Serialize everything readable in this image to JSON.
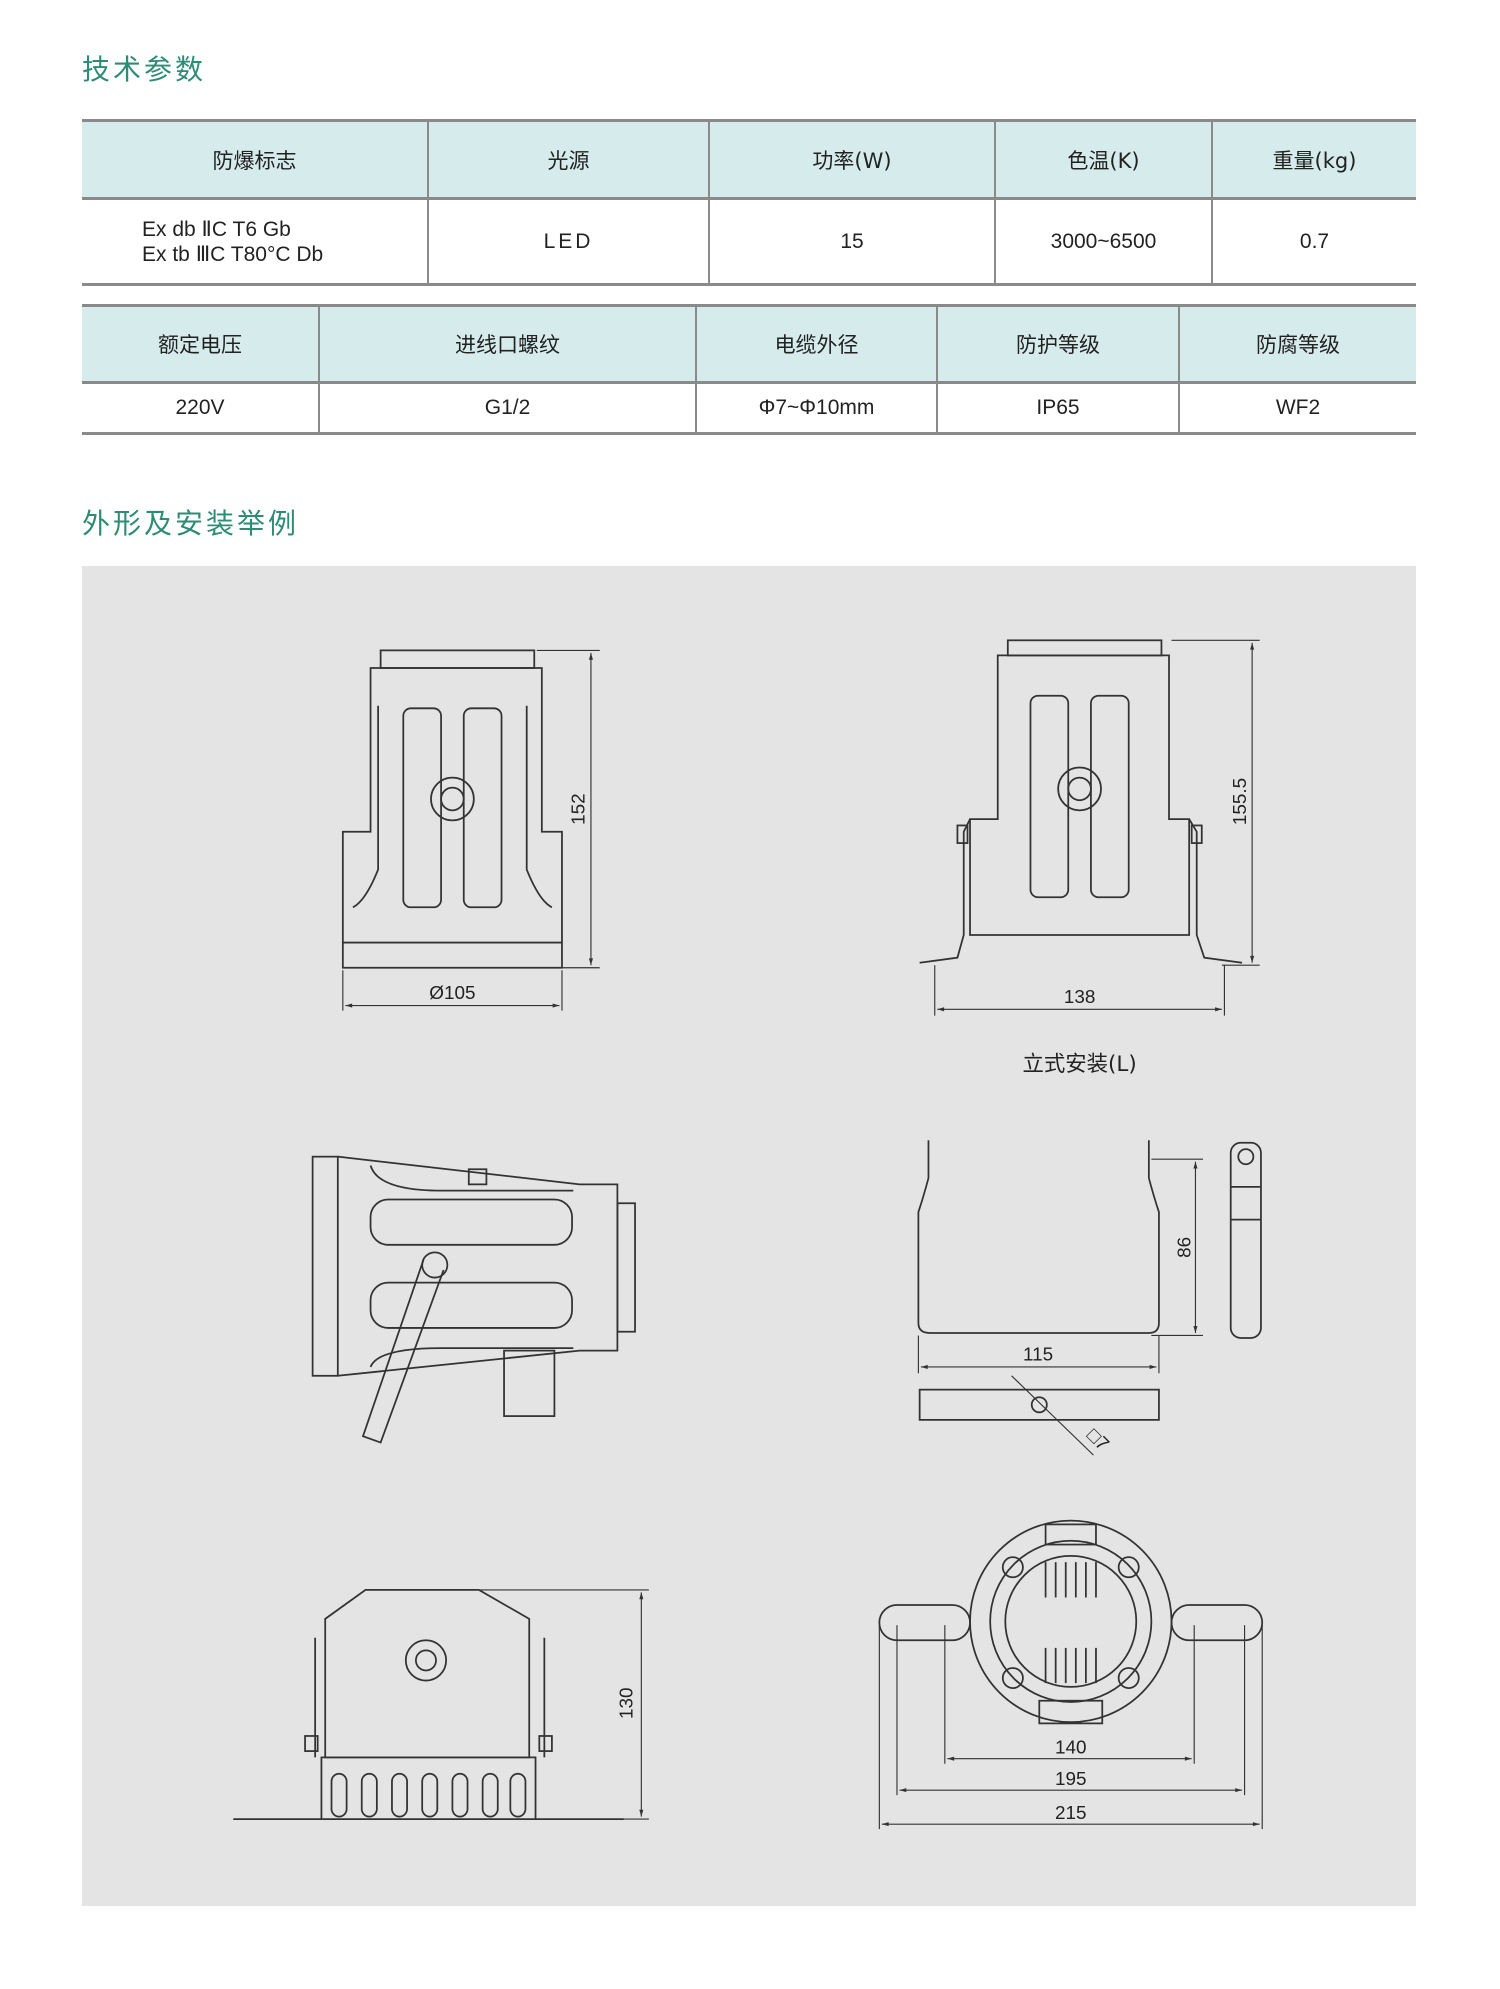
{
  "section1_title": "技术参数",
  "table1": {
    "headers": [
      "防爆标志",
      "光源",
      "功率(W)",
      "色温(K)",
      "重量(kg)"
    ],
    "row": {
      "ex_mark_line1": "Ex db ⅡC T6 Gb",
      "ex_mark_line2": "Ex tb ⅢC T80°C Db",
      "light_source": "LED",
      "power": "15",
      "color_temp": "3000~6500",
      "weight": "0.7"
    }
  },
  "table2": {
    "headers": [
      "额定电压",
      "进线口螺纹",
      "电缆外径",
      "防护等级",
      "防腐等级"
    ],
    "row": [
      "220V",
      "G1/2",
      "Φ7~Φ10mm",
      "IP65",
      "WF2"
    ]
  },
  "section2_title": "外形及安装举例",
  "drawings": {
    "front_width": "Ø105",
    "front_height": "152",
    "mount_height": "155.5",
    "mount_width": "138",
    "mount_caption": "立式安装(L)",
    "bracket_height": "86",
    "bracket_width": "115",
    "hole_dia": "□7",
    "bottom_height": "130",
    "top_140": "140",
    "top_195": "195",
    "top_215": "215"
  },
  "colors": {
    "accent": "#2e8c76",
    "header_bg": "#d6ecec",
    "panel_bg": "#e4e4e4"
  }
}
